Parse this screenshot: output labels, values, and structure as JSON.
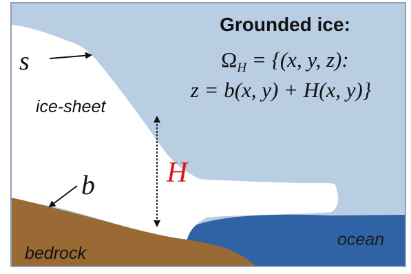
{
  "title": "Grounded ice:",
  "formula": {
    "line1_lhs": "Ω",
    "line1_sub": "H",
    "line1_rhs": " = {(x, y, z):",
    "line2": "z = b(x, y) + H(x, y)}"
  },
  "labels": {
    "s": "s",
    "ice_sheet": "ice-sheet",
    "b": "b",
    "H": "H",
    "ocean": "ocean",
    "bedrock": "bedrock"
  },
  "colors": {
    "sky": "#b9cde3",
    "ice": "#ffffff",
    "ocean": "#2f63a6",
    "bedrock": "#9a6a35",
    "border": "#8f9fb5",
    "H_label": "#e0141b",
    "text": "#111111",
    "ocean_text": "#1a1a1a"
  }
}
